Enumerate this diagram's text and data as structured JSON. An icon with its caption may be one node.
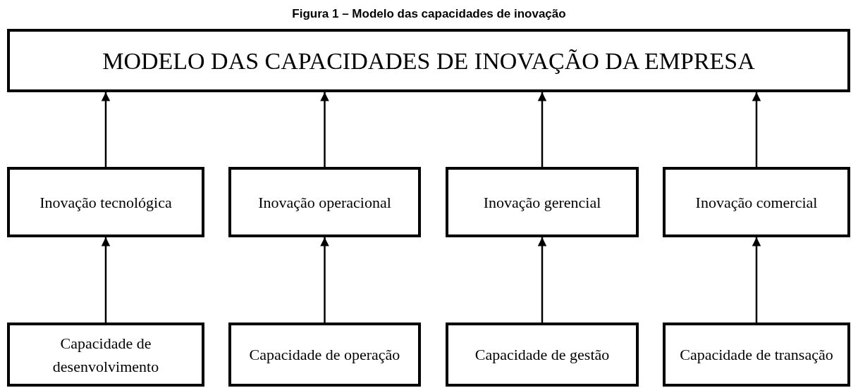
{
  "diagram": {
    "title": "Figura 1 – Modelo das capacidades de inovação",
    "nodes": [
      {
        "text": [
          "MODELO DAS CAPACIDADES DE INOVAÇÃO DA EMPRESA"
        ]
      },
      {
        "text": [
          "Inovação tecnológica"
        ]
      },
      {
        "text": [
          "Inovação operacional"
        ]
      },
      {
        "text": [
          "Inovação gerencial"
        ]
      },
      {
        "text": [
          "Inovação comercial"
        ]
      },
      {
        "text": [
          "Capacidade de desenvolvimento"
        ]
      },
      {
        "text": [
          "Capacidade de operação"
        ]
      },
      {
        "text": [
          "Capacidade de gestão"
        ]
      },
      {
        "text": [
          "Capacidade de transação"
        ]
      }
    ],
    "edges": [
      {
        "from": 1,
        "to": 0,
        "arrow": "to"
      },
      {
        "from": 2,
        "to": 0,
        "arrow": "to"
      },
      {
        "from": 3,
        "to": 0,
        "arrow": "to"
      },
      {
        "from": 4,
        "to": 0,
        "arrow": "to"
      },
      {
        "from": 5,
        "to": 1,
        "arrow": "to"
      },
      {
        "from": 6,
        "to": 2,
        "arrow": "to"
      },
      {
        "from": 7,
        "to": 3,
        "arrow": "to"
      },
      {
        "from": 8,
        "to": 4,
        "arrow": "to"
      }
    ]
  }
}
